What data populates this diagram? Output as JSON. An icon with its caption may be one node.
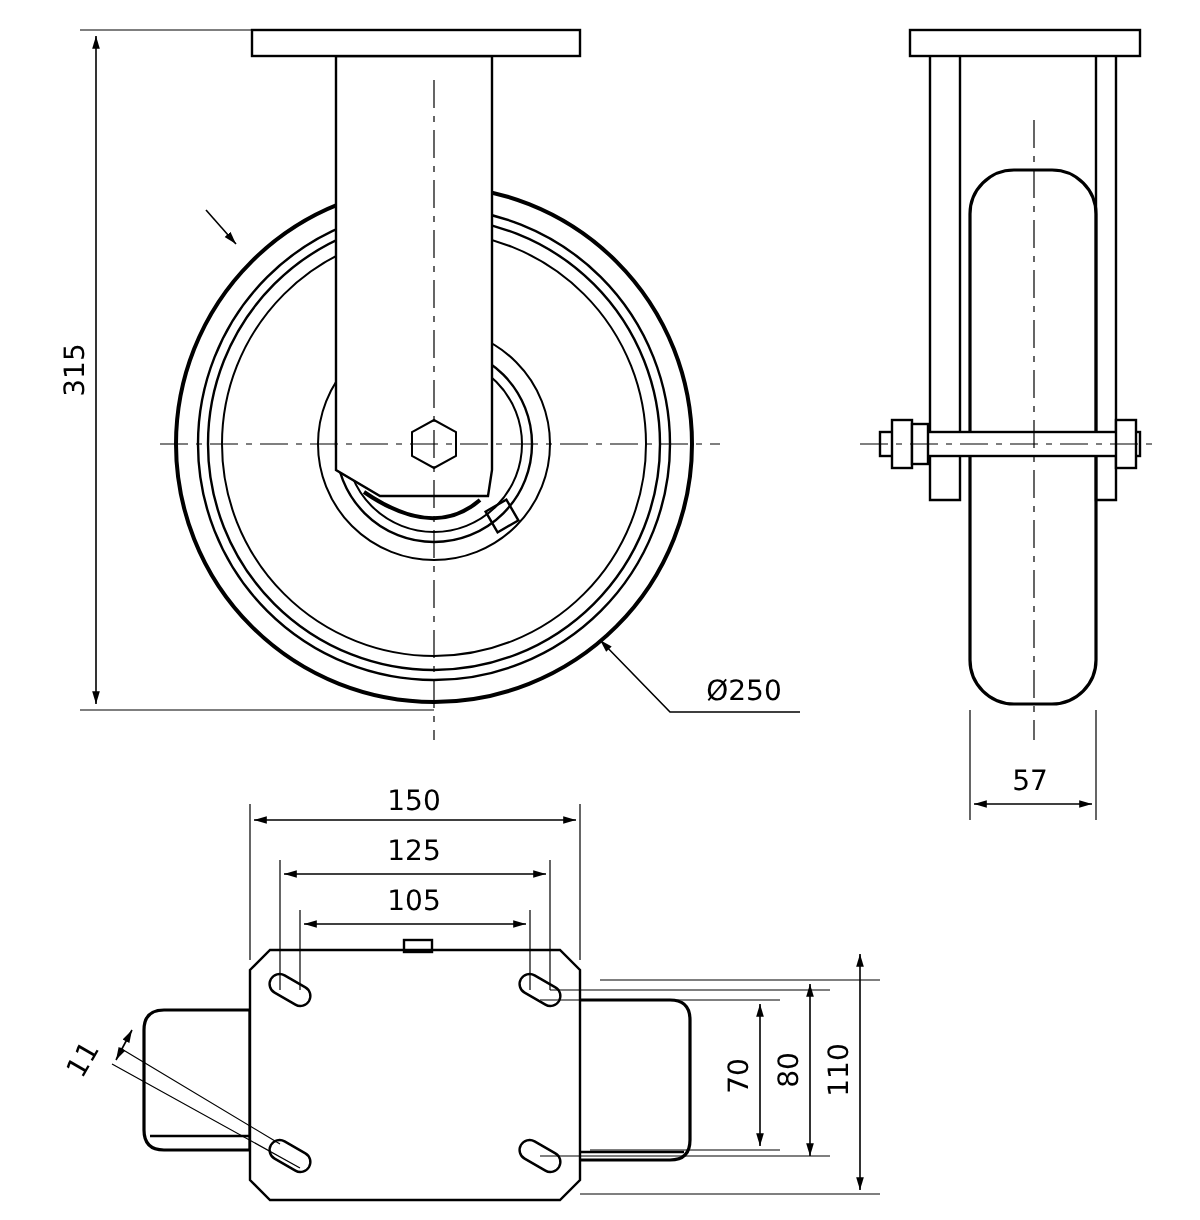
{
  "diagram": {
    "labels": [
      "315",
      "Ø250",
      "57",
      "150",
      "125",
      "105",
      "11",
      "70",
      "80",
      "110"
    ]
  }
}
